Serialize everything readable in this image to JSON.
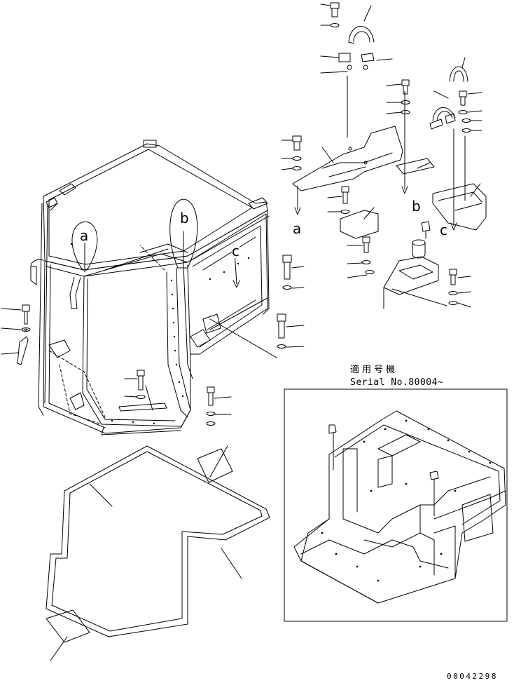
{
  "diagram": {
    "callouts": [
      "a",
      "b",
      "c"
    ],
    "applicability_label": "適用号機",
    "serial_label": "Serial No.80004~",
    "document_number": "00042298"
  },
  "colors": {
    "line": "#000000",
    "background": "#ffffff"
  }
}
